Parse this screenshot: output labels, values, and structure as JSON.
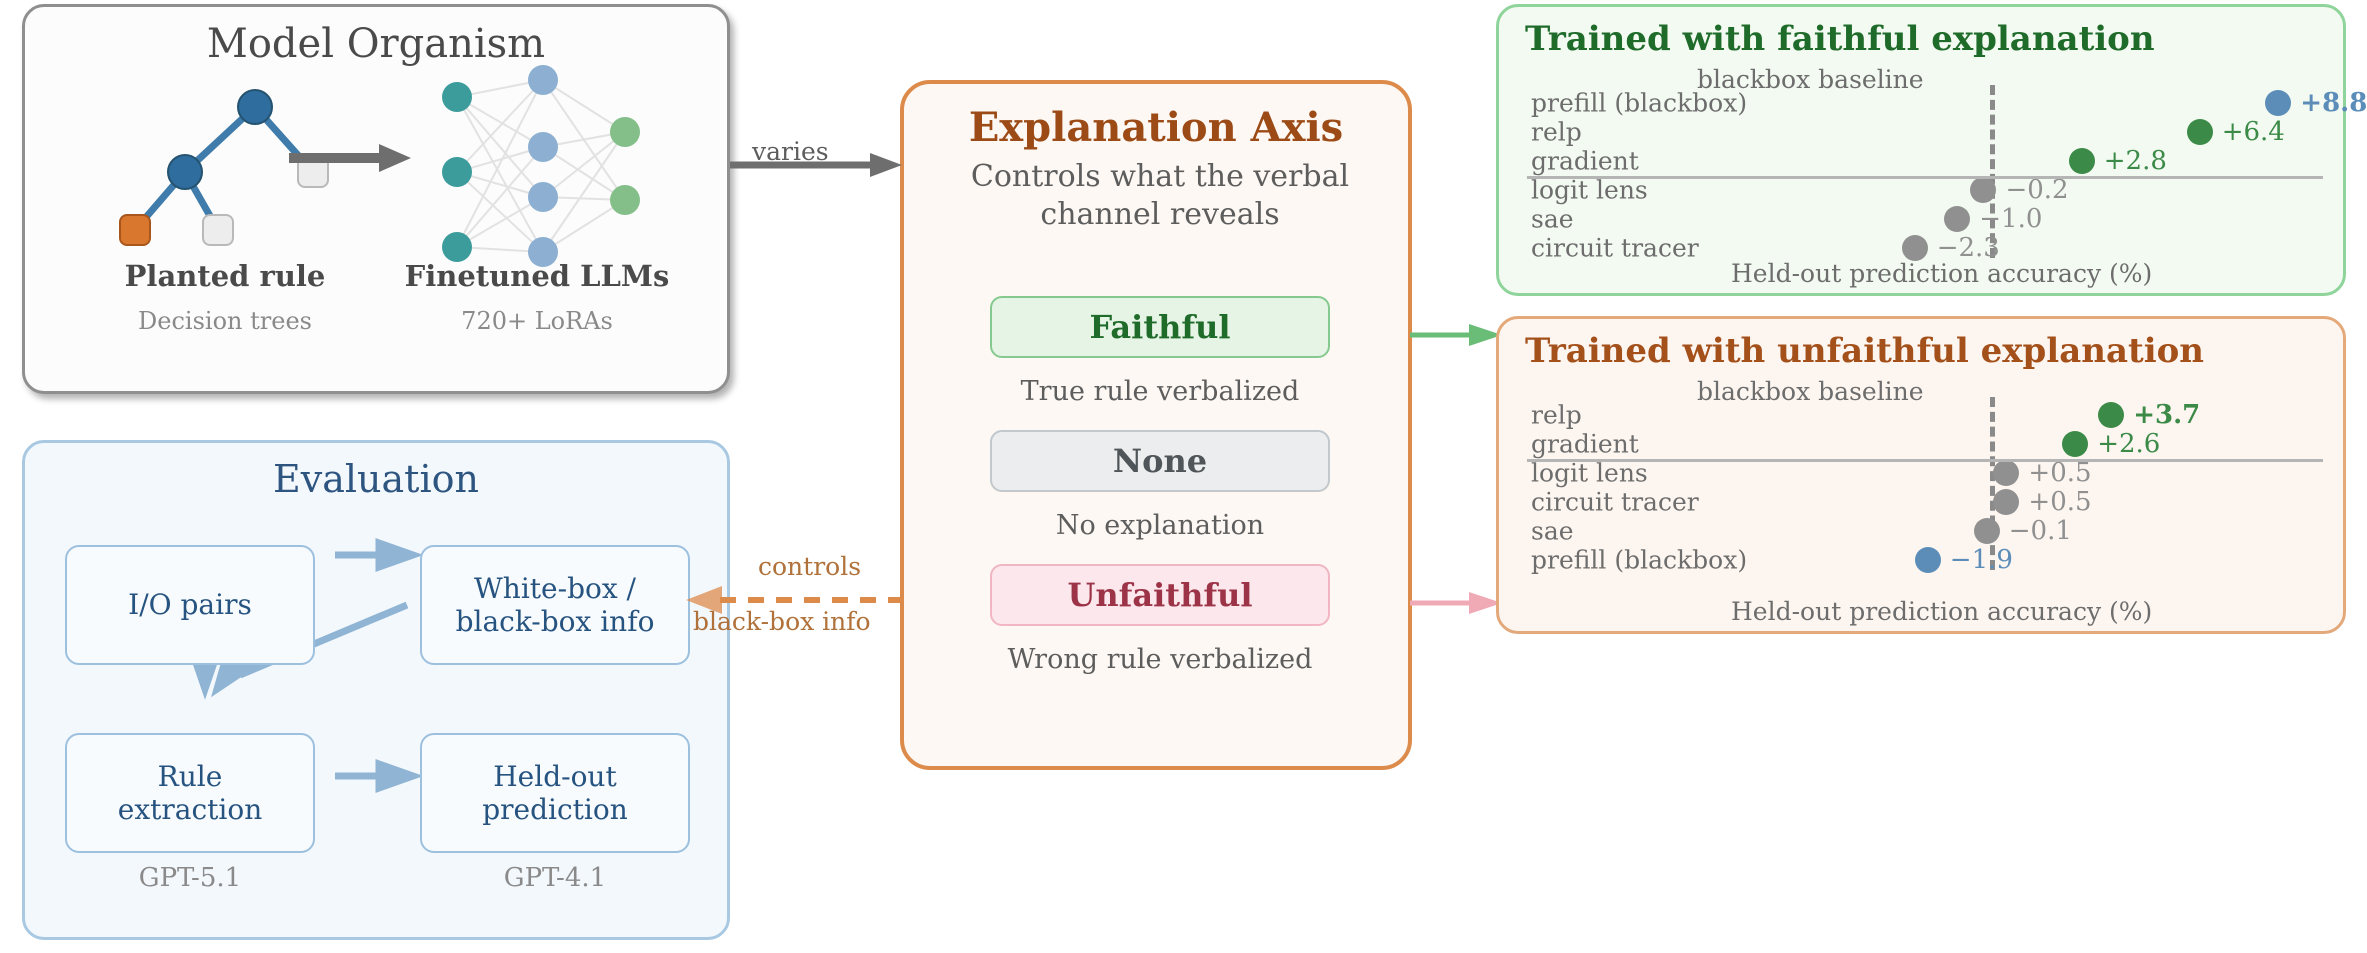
{
  "model_organism": {
    "title": "Model Organism",
    "left_caption": "Planted rule",
    "left_sub": "Decision trees",
    "right_caption": "Finetuned LLMs",
    "right_sub": "720+ LoRAs"
  },
  "evaluation": {
    "title": "Evaluation",
    "boxes": [
      {
        "label": "I/O pairs"
      },
      {
        "label": "White-box /\nblack-box info"
      },
      {
        "label": "Rule\nextraction"
      },
      {
        "label": "Held-out\nprediction"
      }
    ],
    "sub_left": "GPT-5.1",
    "sub_right": "GPT-4.1"
  },
  "explanation_axis": {
    "title": "Explanation Axis",
    "subtitle": "Controls what the verbal channel reveals",
    "options": [
      {
        "label": "Faithful",
        "caption": "True rule verbalized"
      },
      {
        "label": "None",
        "caption": "No explanation"
      },
      {
        "label": "Unfaithful",
        "caption": "Wrong rule verbalized"
      }
    ]
  },
  "connectors": {
    "varies": "varies",
    "controls": "controls",
    "blackbox_info": "black-box info"
  },
  "colors": {
    "green": "#3c8a48",
    "blue": "#5b8db8",
    "gray": "#909090",
    "orange_accent": "#dd8b4b",
    "faithful_green": "#1f6b2a",
    "unfaithful_brown": "#a4501b"
  },
  "chart_data": [
    {
      "type": "scatter",
      "title": "Trained with faithful explanation",
      "xlabel": "Held-out prediction accuracy (%)",
      "baseline_label": "blackbox baseline",
      "baseline_value": 0,
      "xlim": [
        -4.0,
        10.5
      ],
      "grid": false,
      "separator_after_index": 2,
      "categories": [
        "prefill (blackbox)",
        "relp",
        "gradient",
        "logit lens",
        "sae",
        "circuit tracer"
      ],
      "values": [
        8.8,
        6.4,
        2.8,
        -0.2,
        -1.0,
        -2.3
      ],
      "labels": [
        "+8.8",
        "+6.4",
        "+2.8",
        "−0.2",
        "−1.0",
        "−2.3"
      ],
      "point_colors": [
        "#5b8db8",
        "#3c8a48",
        "#3c8a48",
        "#909090",
        "#909090",
        "#909090"
      ],
      "bold": [
        true,
        false,
        false,
        false,
        false,
        false
      ]
    },
    {
      "type": "scatter",
      "title": "Trained with unfaithful explanation",
      "xlabel": "Held-out prediction accuracy (%)",
      "baseline_label": "blackbox baseline",
      "baseline_value": 0,
      "xlim": [
        -4.0,
        10.5
      ],
      "grid": false,
      "separator_after_index": 1,
      "categories": [
        "relp",
        "gradient",
        "logit lens",
        "circuit tracer",
        "sae",
        "prefill (blackbox)"
      ],
      "values": [
        3.7,
        2.6,
        0.5,
        0.5,
        -0.1,
        -1.9
      ],
      "labels": [
        "+3.7",
        "+2.6",
        "+0.5",
        "+0.5",
        "−0.1",
        "−1.9"
      ],
      "point_colors": [
        "#3c8a48",
        "#3c8a48",
        "#909090",
        "#909090",
        "#909090",
        "#5b8db8"
      ],
      "bold": [
        true,
        false,
        false,
        false,
        false,
        false
      ]
    }
  ]
}
